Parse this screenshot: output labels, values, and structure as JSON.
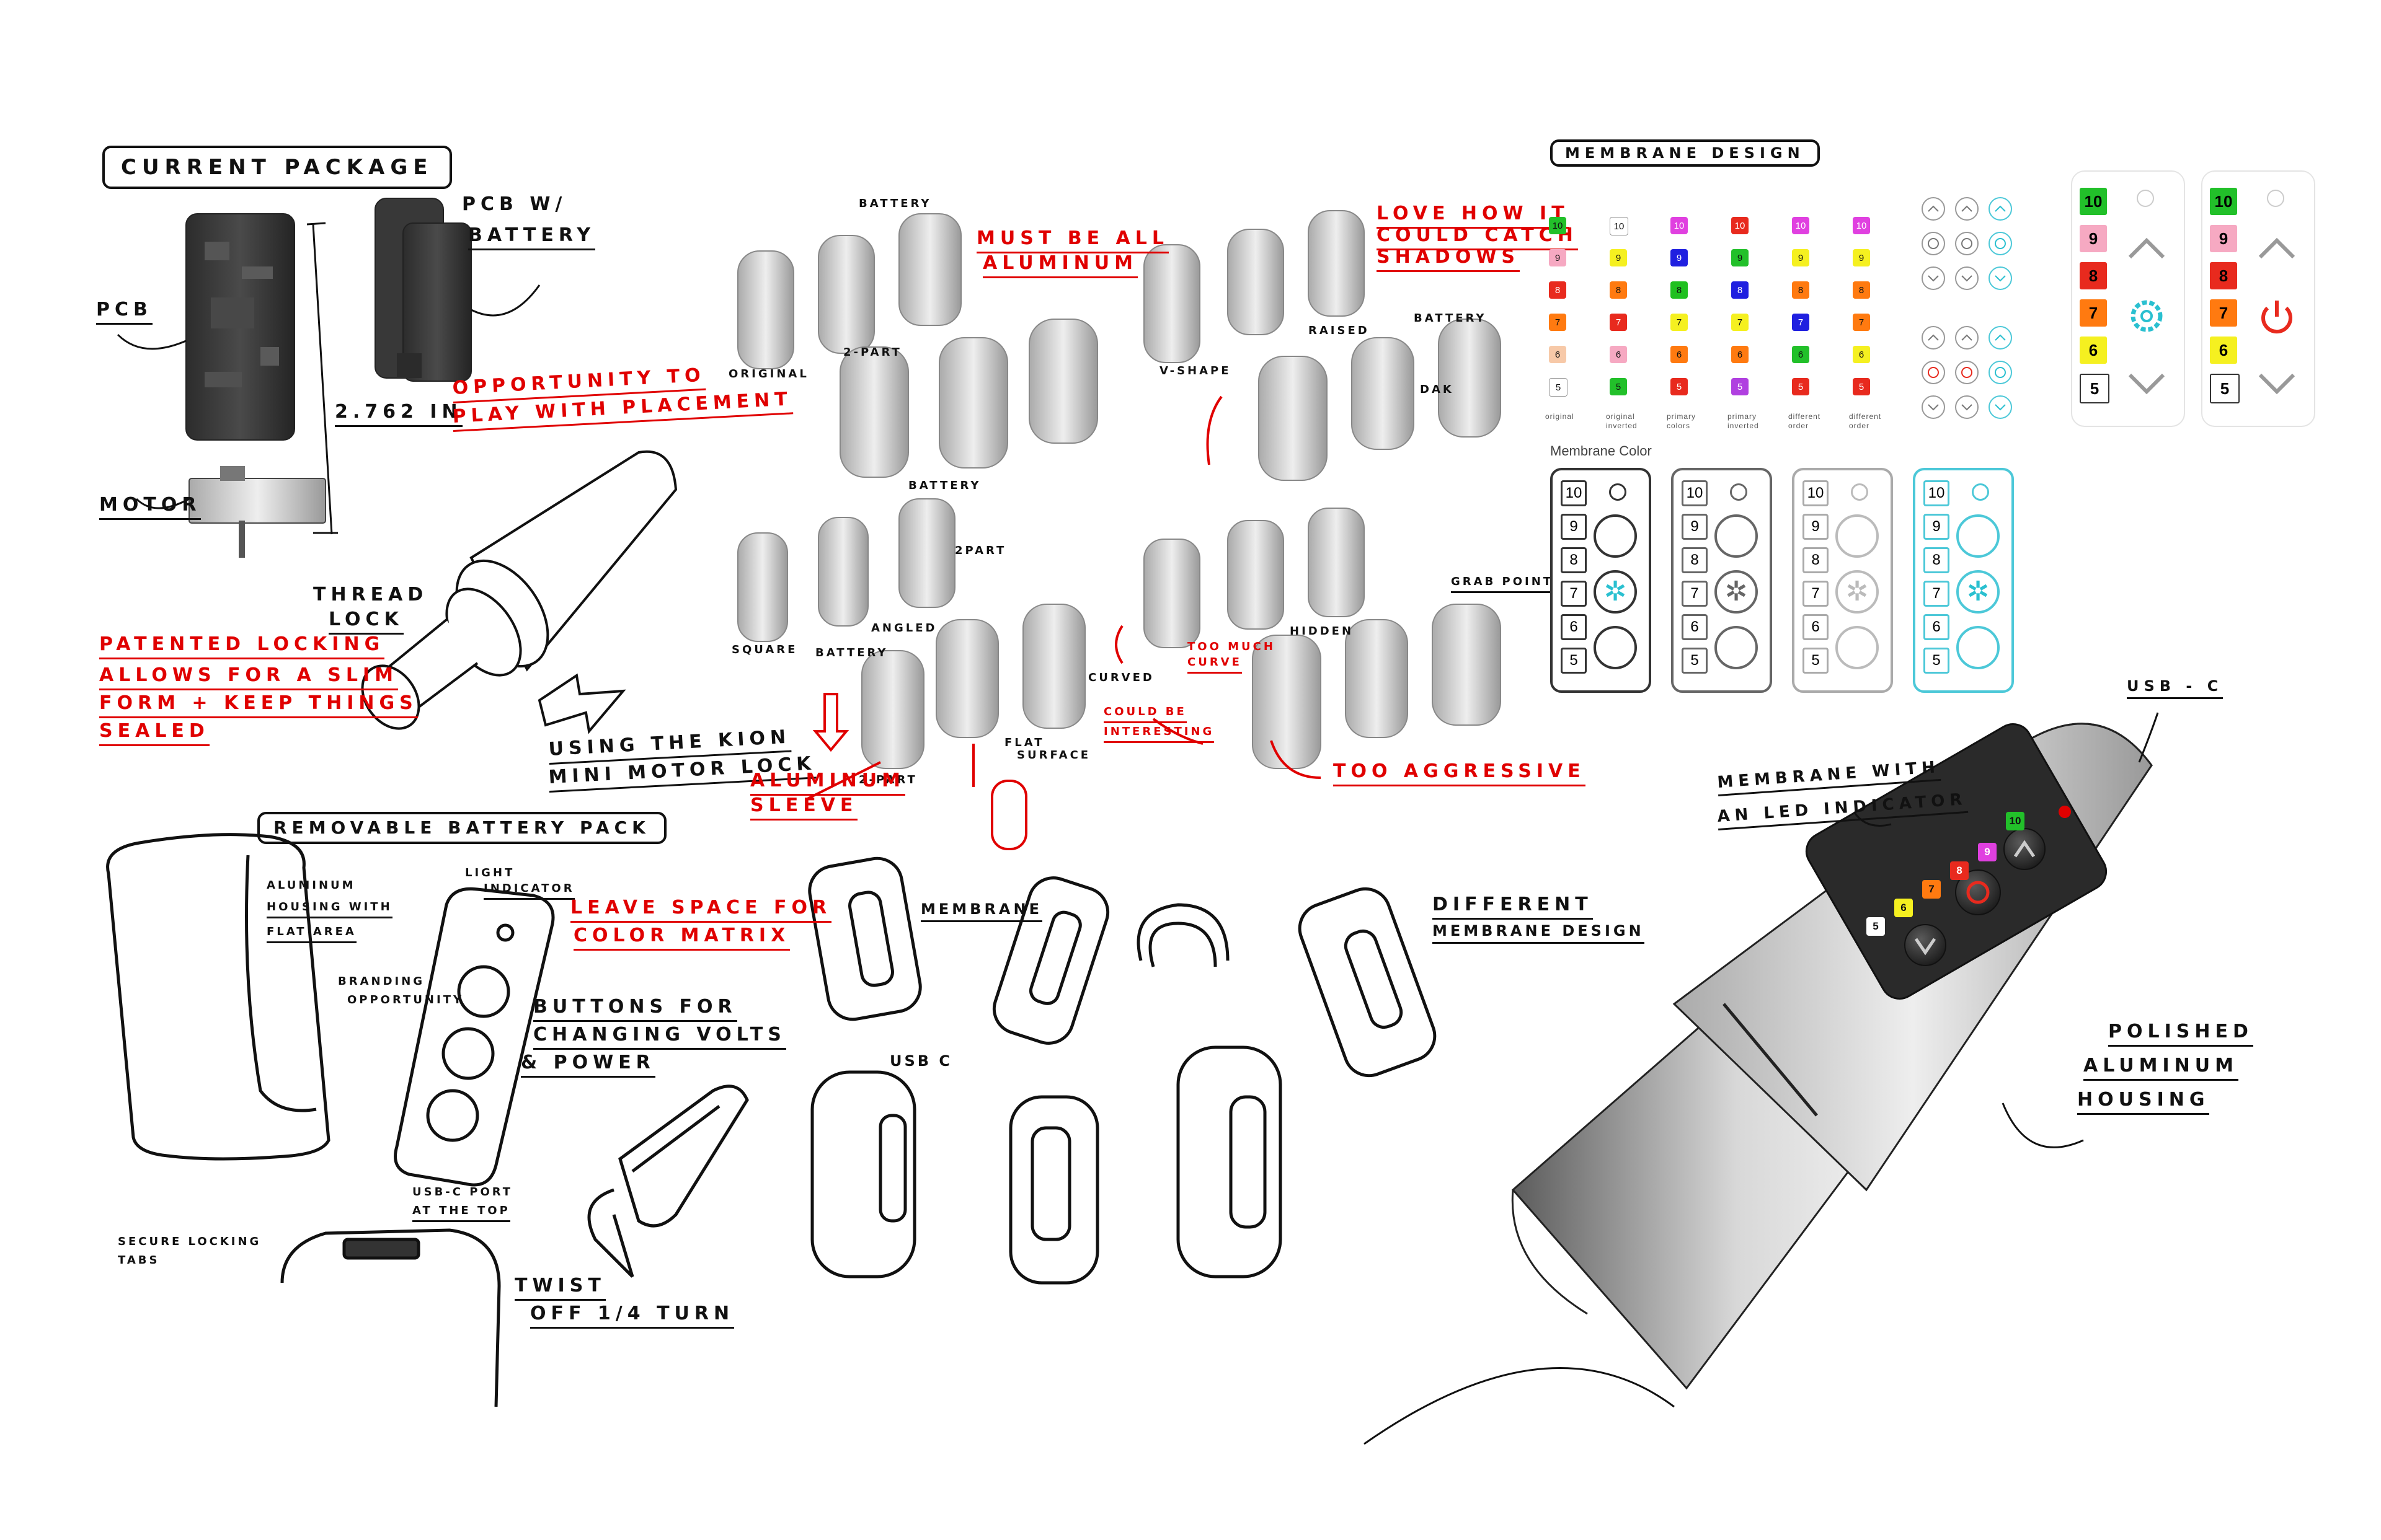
{
  "labels": {
    "current_package": "Current Package",
    "pcb_w_battery_1": "PCB w/",
    "pcb_w_battery_2": "Battery",
    "pcb": "PCB",
    "dimension": "2.762 in",
    "motor": "Motor",
    "opportunity_1": "Opportunity to",
    "opportunity_2": "play with placement",
    "thread_lock_1": "Thread",
    "thread_lock_2": "lock",
    "patented_1": "Patented locking",
    "patented_2": "allows for a slim",
    "patented_3": "form + keep things",
    "patented_4": "sealed",
    "using_1": "Using the Kion",
    "using_2": "mini motor lock",
    "battery_1": "Battery",
    "must_1": "Must be all",
    "must_2": "aluminum",
    "original": "Original",
    "two_part_1": "2-Part",
    "love_1": "Love how it",
    "love_2": "could catch",
    "love_3": "shadows",
    "v_shape": "V-Shape",
    "raised": "Raised",
    "battery_2": "Battery",
    "dak": "Dak",
    "battery_3": "Battery",
    "two_part_2": "2Part",
    "angled": "Angled",
    "square": "Square",
    "battery_4": "Battery",
    "curved": "Curved",
    "too_much_1": "Too much",
    "too_much_2": "curve",
    "hidden": "Hidden",
    "grab_point": "Grab point",
    "could_be_1": "Could be",
    "could_be_2": "interesting",
    "flat_surface_1": "Flat",
    "flat_surface_2": "Surface",
    "two_part_3": "2-Part",
    "aluminum_sleeve_1": "Aluminum",
    "aluminum_sleeve_2": "Sleeve",
    "too_aggressive": "Too aggressive",
    "removable": "Removable Battery Pack",
    "aluminum_housing_1": "Aluminum",
    "aluminum_housing_2": "housing with",
    "aluminum_housing_3": "flat area",
    "light_indicator_1": "Light",
    "light_indicator_2": "Indicator",
    "branding_1": "Branding",
    "branding_2": "opportunity",
    "buttons_1": "Buttons for",
    "buttons_2": "changing volts",
    "buttons_3": "& power",
    "leave_space_1": "Leave space for",
    "leave_space_2": "color matrix",
    "membrane": "Membrane",
    "different_1": "Different",
    "different_2": "membrane design",
    "secure_1": "Secure locking",
    "secure_2": "tabs",
    "usbc_port_1": "USB-C port",
    "usbc_port_2": "at the top",
    "twist_1": "Twist",
    "twist_2": "off 1/4 turn",
    "usbc": "USB C",
    "membrane_design": "Membrane Design",
    "membrane_color": "Membrane Color",
    "usb_c": "USB - C",
    "membrane_led_1": "Membrane with",
    "membrane_led_2": "an LED indicator",
    "polished_1": "Polished",
    "polished_2": "aluminum",
    "polished_3": "housing"
  },
  "palette_columns": [
    {
      "caption_1": "original",
      "caption_2": "",
      "cells": [
        [
          "10",
          "#22c02a"
        ],
        [
          "9",
          "#f6a9c2"
        ],
        [
          "8",
          "#e82a1e"
        ],
        [
          "7",
          "#ff7a10"
        ],
        [
          "6",
          "#f7c9a8"
        ],
        [
          "5",
          "#ffffff"
        ]
      ]
    },
    {
      "caption_1": "original",
      "caption_2": "inverted",
      "cells": [
        [
          "10",
          "#ffffff"
        ],
        [
          "9",
          "#f5f020"
        ],
        [
          "8",
          "#ff7a10"
        ],
        [
          "7",
          "#e82a1e"
        ],
        [
          "6",
          "#f6a9c2"
        ],
        [
          "5",
          "#22c02a"
        ]
      ]
    },
    {
      "caption_1": "primary",
      "caption_2": "colors",
      "cells": [
        [
          "10",
          "#e040e0"
        ],
        [
          "9",
          "#2020e0"
        ],
        [
          "8",
          "#20c020"
        ],
        [
          "7",
          "#f5f020"
        ],
        [
          "6",
          "#ff7a10"
        ],
        [
          "5",
          "#e82a1e"
        ]
      ]
    },
    {
      "caption_1": "primary",
      "caption_2": "inverted",
      "cells": [
        [
          "10",
          "#e82a1e"
        ],
        [
          "9",
          "#22c02a"
        ],
        [
          "8",
          "#2020e0"
        ],
        [
          "7",
          "#f5f020"
        ],
        [
          "6",
          "#ff7a10"
        ],
        [
          "5",
          "#b040e0"
        ]
      ]
    },
    {
      "caption_1": "different",
      "caption_2": "order",
      "cells": [
        [
          "10",
          "#e040e0"
        ],
        [
          "9",
          "#f5f020"
        ],
        [
          "8",
          "#ff7a10"
        ],
        [
          "7",
          "#2020e0"
        ],
        [
          "6",
          "#22c02a"
        ],
        [
          "5",
          "#e82a1e"
        ]
      ]
    },
    {
      "caption_1": "different",
      "caption_2": "order",
      "cells": [
        [
          "10",
          "#e040e0"
        ],
        [
          "9",
          "#f5f020"
        ],
        [
          "8",
          "#ff7a10"
        ],
        [
          "7",
          "#ff7a10"
        ],
        [
          "6",
          "#f5f020"
        ],
        [
          "5",
          "#e82a1e"
        ]
      ]
    }
  ],
  "color_panels": [
    {
      "border": "#333333",
      "circle": "#333333",
      "gear": "#2ac0d0",
      "numbers": [
        "10",
        "9",
        "8",
        "7",
        "6",
        "5"
      ]
    },
    {
      "border": "#666666",
      "circle": "#666666",
      "gear": "#666666",
      "numbers": [
        "10",
        "9",
        "8",
        "7",
        "6",
        "5"
      ]
    },
    {
      "border": "#aaaaaa",
      "circle": "#bbbbbb",
      "gear": "#bbbbbb",
      "numbers": [
        "10",
        "9",
        "8",
        "7",
        "6",
        "5"
      ]
    },
    {
      "border": "#4cc8d8",
      "circle": "#4cc8d8",
      "gear": "#2ac0d0",
      "numbers": [
        "10",
        "9",
        "8",
        "7",
        "6",
        "5"
      ]
    }
  ],
  "final_cards": [
    {
      "center_icon": "gear-icon",
      "center_color": "#2ac0d0",
      "cells": [
        [
          "10",
          "#22c02a"
        ],
        [
          "9",
          "#f6a9c2"
        ],
        [
          "8",
          "#e82a1e"
        ],
        [
          "7",
          "#ff7a10"
        ],
        [
          "6",
          "#f5f020"
        ],
        [
          "5",
          "#ffffff"
        ]
      ]
    },
    {
      "center_icon": "power-icon",
      "center_color": "#e82a1e",
      "cells": [
        [
          "10",
          "#22c02a"
        ],
        [
          "9",
          "#f6a9c2"
        ],
        [
          "8",
          "#e82a1e"
        ],
        [
          "7",
          "#ff7a10"
        ],
        [
          "6",
          "#f5f020"
        ],
        [
          "5",
          "#ffffff"
        ]
      ]
    }
  ],
  "device_pills": [
    [
      "5",
      "#ffffff"
    ],
    [
      "6",
      "#f5f020"
    ],
    [
      "7",
      "#ff7a10"
    ],
    [
      "8",
      "#e82a1e"
    ],
    [
      "9",
      "#e040e0"
    ],
    [
      "10",
      "#22c02a"
    ]
  ],
  "colors": {
    "red": "#e00000",
    "ink": "#111111",
    "cyan": "#2ac0d0"
  }
}
